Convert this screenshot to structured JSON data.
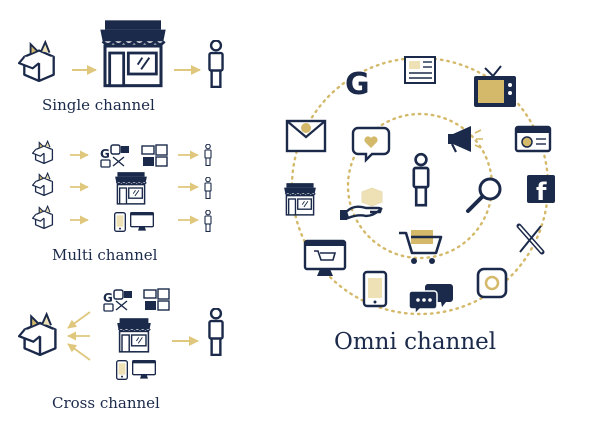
{
  "labels": {
    "single": "Single channel",
    "multi": "Multi channel",
    "cross": "Cross channel",
    "omni": "Omni channel"
  },
  "icons": {
    "google_letter": "G",
    "facebook_letter": "f"
  },
  "colors": {
    "navy": "#1b2a4a",
    "gold": "#d4b96a",
    "gold_light": "#ede1b5",
    "arrow": "#e0c77e"
  }
}
